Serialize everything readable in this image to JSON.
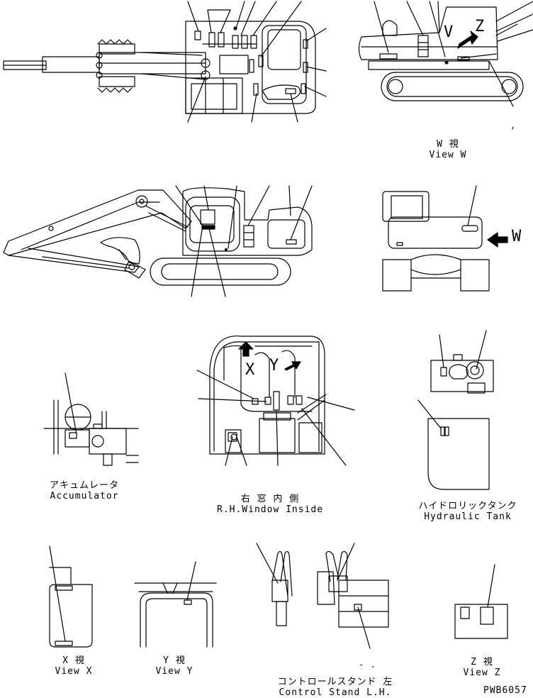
{
  "captions": {
    "view_w": {
      "jp": "W 視",
      "en": "View W"
    },
    "accumulator": {
      "jp": "アキュムレータ",
      "en": "Accumulator"
    },
    "rh_window": {
      "jp": "右 窓 内 側",
      "en": "R.H.Window Inside"
    },
    "hydraulic_tank": {
      "jp": "ハイドロリックタンク",
      "en": "Hydraulic Tank"
    },
    "view_x": {
      "jp": "X 視",
      "en": "View X"
    },
    "view_y": {
      "jp": "Y 視",
      "en": "View Y"
    },
    "control_stand": {
      "jp": "コントロールスタンド 左",
      "en": "Control Stand L.H."
    },
    "view_z": {
      "jp": "Z 視",
      "en": "View Z"
    }
  },
  "view_letters": {
    "w": "W",
    "x": "X",
    "y": "Y",
    "z": "Z",
    "v": "V"
  },
  "marks": {
    "comma": ",",
    "dash": "- ."
  },
  "drawing_number": "PWB6057"
}
